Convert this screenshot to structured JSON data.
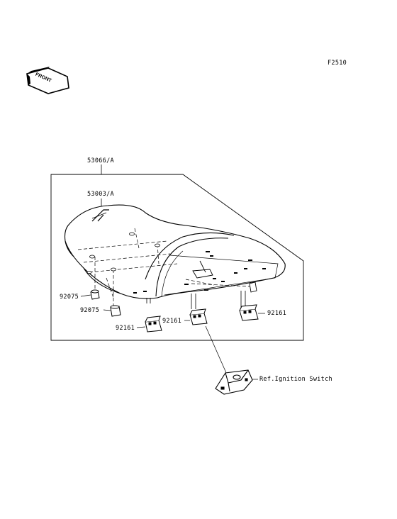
{
  "figure_code": "F2510",
  "direction_badge": "FRONT",
  "parts": {
    "seat_assembly": "53066/A",
    "seat_cover": "53003/A",
    "damper_upper": "92075",
    "damper_lower": "92075",
    "rubber_left": "92161",
    "rubber_center": "92161",
    "rubber_right": "92161",
    "reference": "Ref.Ignition Switch"
  },
  "colors": {
    "line": "#000000",
    "background": "#ffffff"
  }
}
